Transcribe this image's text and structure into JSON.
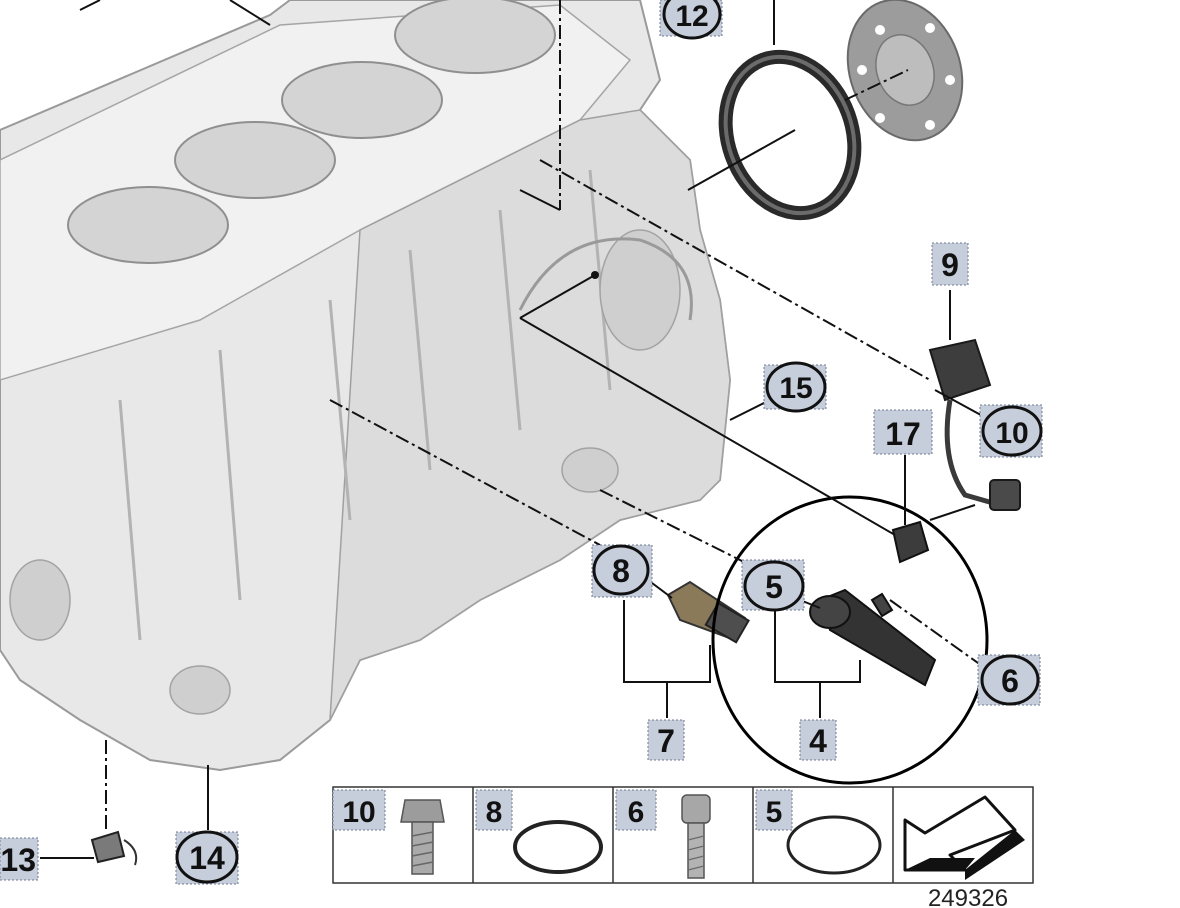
{
  "callouts": {
    "c12": "12",
    "c9": "9",
    "c15": "15",
    "c17": "17",
    "c10": "10",
    "c8": "8",
    "c5": "5",
    "c6": "6",
    "c7": "7",
    "c4": "4",
    "c13": "13",
    "c14": "14"
  },
  "legend": {
    "cells": [
      {
        "number": "10",
        "part": "bolt-icon"
      },
      {
        "number": "8",
        "part": "o-ring-icon"
      },
      {
        "number": "6",
        "part": "socket-bolt-icon"
      },
      {
        "number": "5",
        "part": "o-ring-icon"
      },
      {
        "number": "",
        "part": "arrow-icon"
      }
    ]
  },
  "diagram_id": "249326",
  "colors": {
    "tag_fill": "#c7cedb",
    "engine_body": "#e6e6e6",
    "engine_shadow": "#c9c9c9",
    "part_dark": "#3a3a3a"
  }
}
